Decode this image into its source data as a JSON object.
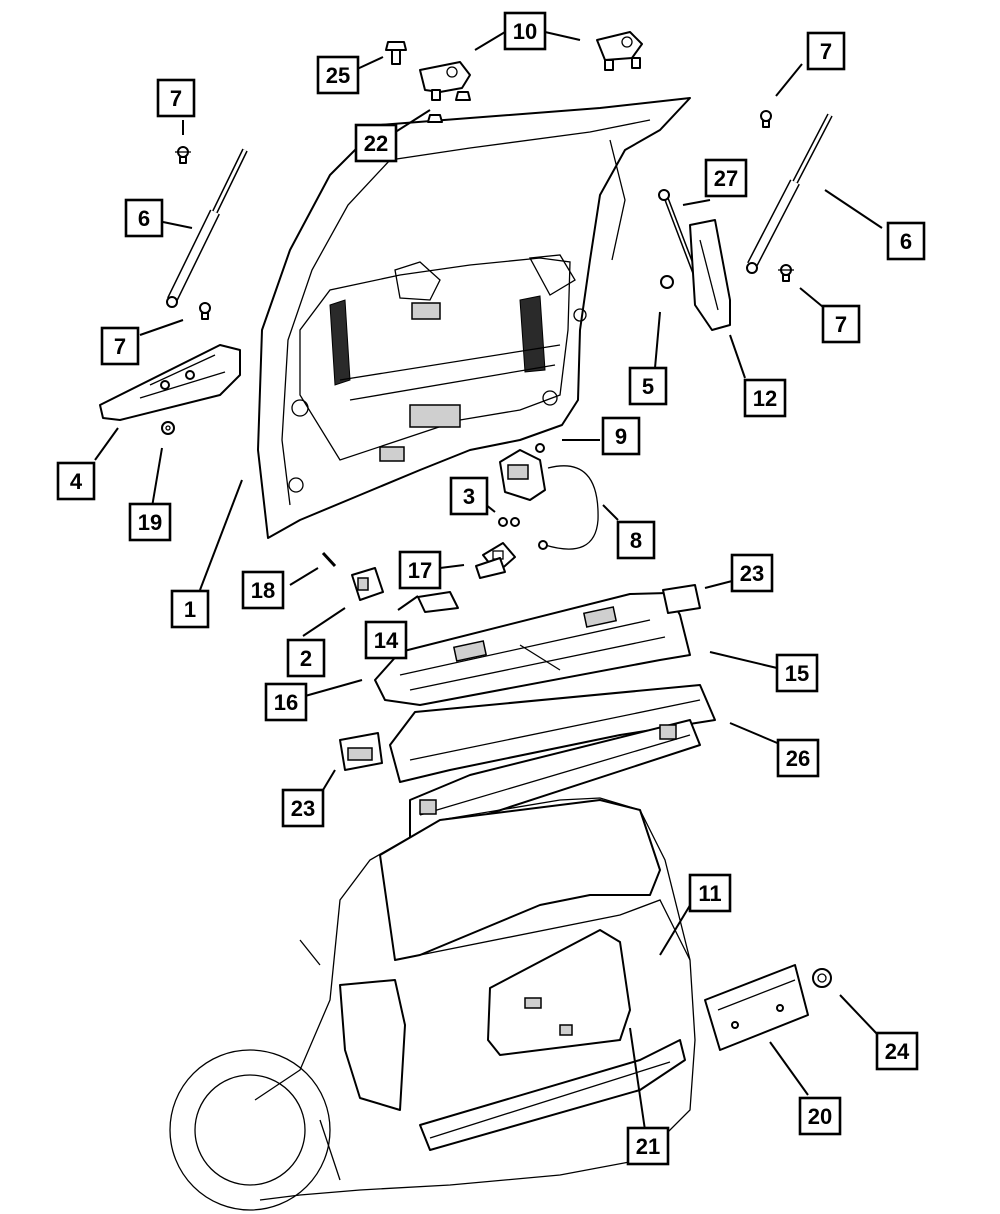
{
  "diagram": {
    "callouts": [
      "1",
      "2",
      "3",
      "4",
      "5",
      "6",
      "6",
      "7",
      "7",
      "7",
      "7",
      "8",
      "9",
      "10",
      "11",
      "12",
      "14",
      "15",
      "16",
      "17",
      "18",
      "19",
      "20",
      "21",
      "22",
      "23",
      "23",
      "24",
      "25",
      "26",
      "27"
    ]
  },
  "colors": {
    "ink": "#000000",
    "paper": "#ffffff",
    "shade": "#2a2a2a",
    "grey": "#cfcfcf"
  }
}
